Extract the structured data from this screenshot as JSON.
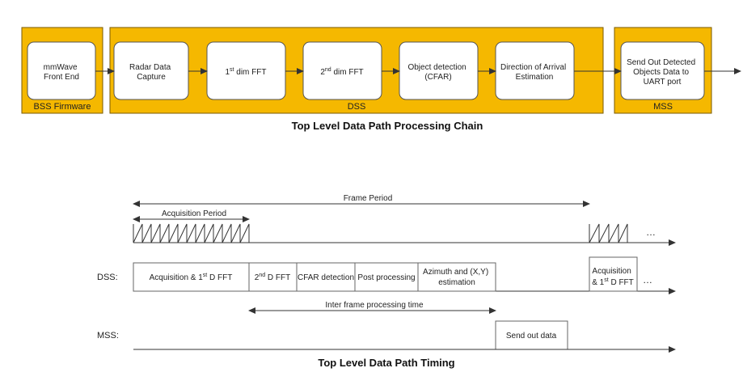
{
  "chain": {
    "groups": {
      "bss": "BSS Firmware",
      "dss": "DSS",
      "mss": "MSS"
    },
    "blocks": {
      "front_end": [
        "mmWave",
        "Front End"
      ],
      "capture": [
        "Radar Data",
        "Capture"
      ],
      "fft1": {
        "pre": "1",
        "sup": "st",
        "post": " dim FFT"
      },
      "fft2": {
        "pre": "2",
        "sup": "nd",
        "post": " dim FFT"
      },
      "cfar": [
        "Object detection",
        "(CFAR)"
      ],
      "doa": [
        "Direction of Arrival",
        "Estimation"
      ],
      "send": [
        "Send Out Detected",
        "Objects Data to",
        "UART port"
      ]
    },
    "title": "Top Level Data Path Processing Chain"
  },
  "timing": {
    "frame_period": "Frame Period",
    "acquisition_period": "Acquisition Period",
    "ellipsis": "…",
    "dss_label": "DSS:",
    "mss_label": "MSS:",
    "dss_segments": {
      "acq": {
        "pre": "Acquisition & 1",
        "sup": "st",
        "post": " D FFT"
      },
      "fft2": {
        "pre": "2",
        "sup": "nd",
        "post": " D FFT"
      },
      "cfar": "CFAR detection",
      "post": "Post processing",
      "azimuth": [
        "Azimuth and (X,Y)",
        "estimation"
      ],
      "acq_next": {
        "line1": "Acquisition",
        "pre": "& 1",
        "sup": "st",
        "post": " D FFT"
      }
    },
    "inter_frame": "Inter frame processing time",
    "mss_segment": "Send out data",
    "title": "Top Level Data Path Timing"
  },
  "colors": {
    "group_fill": "#F5B800",
    "group_border": "#7a5a00",
    "block_fill": "#ffffff",
    "line": "#333333"
  }
}
